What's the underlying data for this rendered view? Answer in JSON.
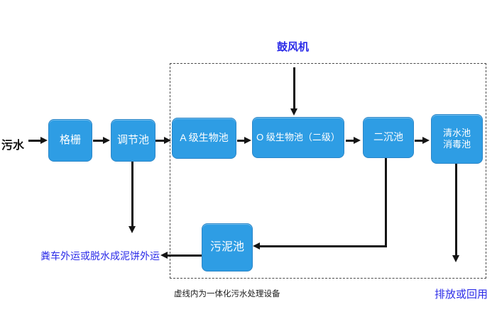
{
  "diagram": {
    "source_label": "污水",
    "blower_label": "鼓风机",
    "boxes": {
      "grille": "格栅",
      "regulating": "调节池",
      "a_bio": "A 级生物池",
      "o_bio": "O 级生物池（二级）",
      "secondary_sed": "二沉池",
      "clear_water_line1": "清水池",
      "clear_water_line2": "消毒池",
      "sludge": "污泥池"
    },
    "labels": {
      "sludge_out": "粪车外运或脱水成泥饼外运",
      "dashed_note": "虚线内为一体化污水处理设备",
      "discharge": "排放或回用"
    },
    "colors": {
      "box_fill": "#2e9de4",
      "box_border": "#2b86c8",
      "box_text": "#ffffff",
      "accent_text_blue": "#2b2be8",
      "plain_text": "#1a1a1a",
      "arrow": "#141414",
      "background": "#ffffff"
    }
  }
}
